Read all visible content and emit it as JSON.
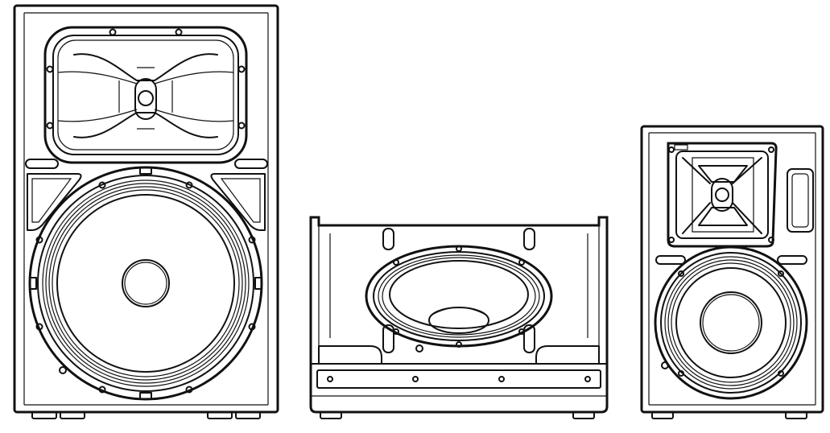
{
  "illustration": {
    "speakers": [
      {
        "id": "large-cabinet",
        "view": "front",
        "drivers": [
          "horn",
          "woofer"
        ]
      },
      {
        "id": "floor-monitor",
        "view": "front",
        "drivers": [
          "coaxial-woofer"
        ]
      },
      {
        "id": "small-cabinet",
        "view": "front",
        "drivers": [
          "horn",
          "woofer"
        ]
      }
    ],
    "colors": {
      "line": "#111111",
      "background": "#ffffff"
    }
  }
}
